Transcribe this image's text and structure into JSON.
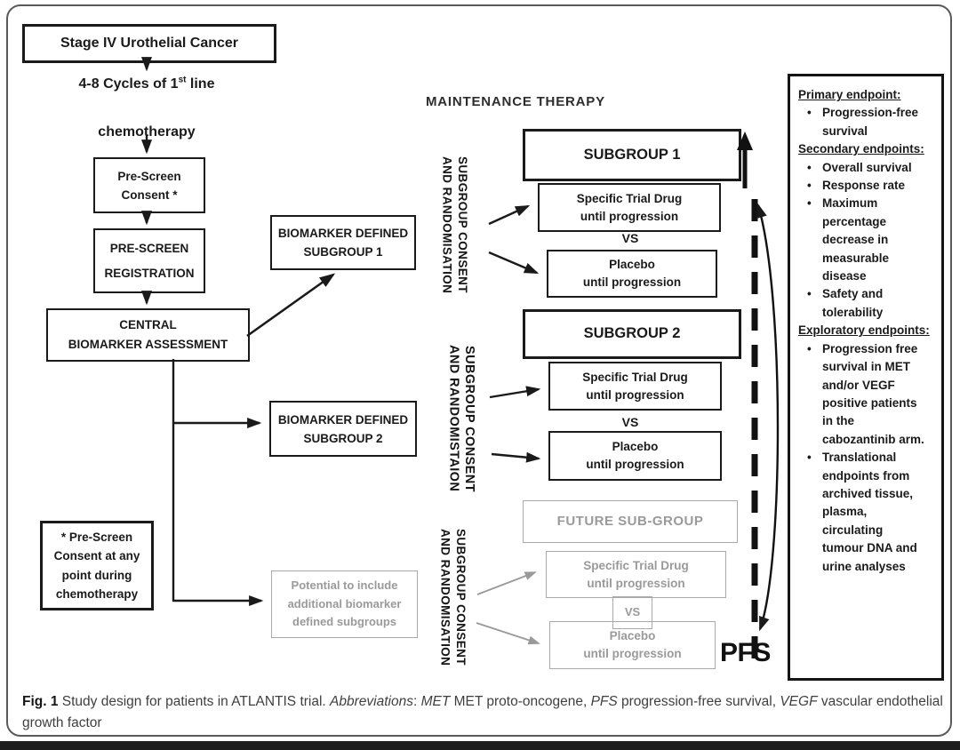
{
  "colors": {
    "ink": "#1a1a1a",
    "muted_gray": "#9a9a9a",
    "frame_gray": "#5a5a5a",
    "bottom_bar": "#1d1d1d"
  },
  "flowchart": {
    "stage_box": "Stage IV Urothelial Cancer",
    "cycles_pre": "4-8 Cycles of 1",
    "cycles_sup": "st",
    "cycles_post": " line",
    "cycles_line2": "chemotherapy",
    "pre_screen_consent_box": [
      "Pre-Screen",
      "Consent *"
    ],
    "pre_screen_registration_box": [
      "PRE-SCREEN",
      "REGISTRATION"
    ],
    "central_biomarker_box": [
      "CENTRAL",
      "BIOMARKER  ASSESSMENT"
    ],
    "biomarker_subgroup1_box": [
      "BIOMARKER  DEFINED",
      "SUBGROUP  1"
    ],
    "biomarker_subgroup2_box": [
      "BIOMARKER  DEFINED",
      "SUBGROUP  2"
    ],
    "asterisk_note_box": [
      "* Pre-Screen",
      "Consent at any",
      "point during",
      "chemotherapy"
    ],
    "potential_box": [
      "Potential to include",
      "additional  biomarker",
      "defined subgroups"
    ],
    "maintenance_header": "MAINTENANCE THERAPY",
    "randomisation_label_1": [
      "SUBGROUP CONSENT",
      "AND RANDOMISATION"
    ],
    "randomisation_label_2": [
      "SUBGROUP CONSENT",
      "AND RANDOMISTAION"
    ],
    "randomisation_label_3": [
      "SUBGROUP CONSENT",
      "AND RANDOMISATION"
    ],
    "subgroup1": {
      "title": "SUBGROUP 1",
      "drug": [
        "Specific Trial Drug",
        "until progression"
      ],
      "vs": "VS",
      "placebo": [
        "Placebo",
        "until progression"
      ]
    },
    "subgroup2": {
      "title": "SUBGROUP 2",
      "drug": [
        "Specific Trial Drug",
        "until progression"
      ],
      "vs": "VS",
      "placebo": [
        "Placebo",
        "until progression"
      ]
    },
    "future": {
      "title": "FUTURE SUB-GROUP",
      "drug": [
        "Specific Trial Drug",
        "until progression"
      ],
      "vs": "VS",
      "placebo": [
        "Placebo",
        "until progression"
      ]
    },
    "pfs_label": "PFS"
  },
  "endpoints_panel": {
    "sections": [
      {
        "heading": "Primary endpoint:",
        "items": [
          "Progression-free survival"
        ]
      },
      {
        "heading": "Secondary endpoints:",
        "items": [
          "Overall survival",
          "Response rate",
          "Maximum percentage decrease in measurable disease",
          "Safety and tolerability"
        ]
      },
      {
        "heading": "Exploratory endpoints:",
        "items": [
          "Progression free survival in MET and/or VEGF positive patients in the cabozantinib arm.",
          "Translational endpoints from archived tissue, plasma, circulating tumour DNA and urine analyses"
        ]
      }
    ]
  },
  "caption": {
    "fig_label": "Fig. 1",
    "body": " Study design for patients in ATLANTIS trial. ",
    "abbr_label": "Abbreviations",
    "colon": ": ",
    "met": "MET",
    "met_desc": " MET proto-oncogene, ",
    "pfs": "PFS",
    "pfs_desc": " progression-free survival, ",
    "vegf": "VEGF",
    "vegf_desc": " vascular endothelial growth factor"
  }
}
